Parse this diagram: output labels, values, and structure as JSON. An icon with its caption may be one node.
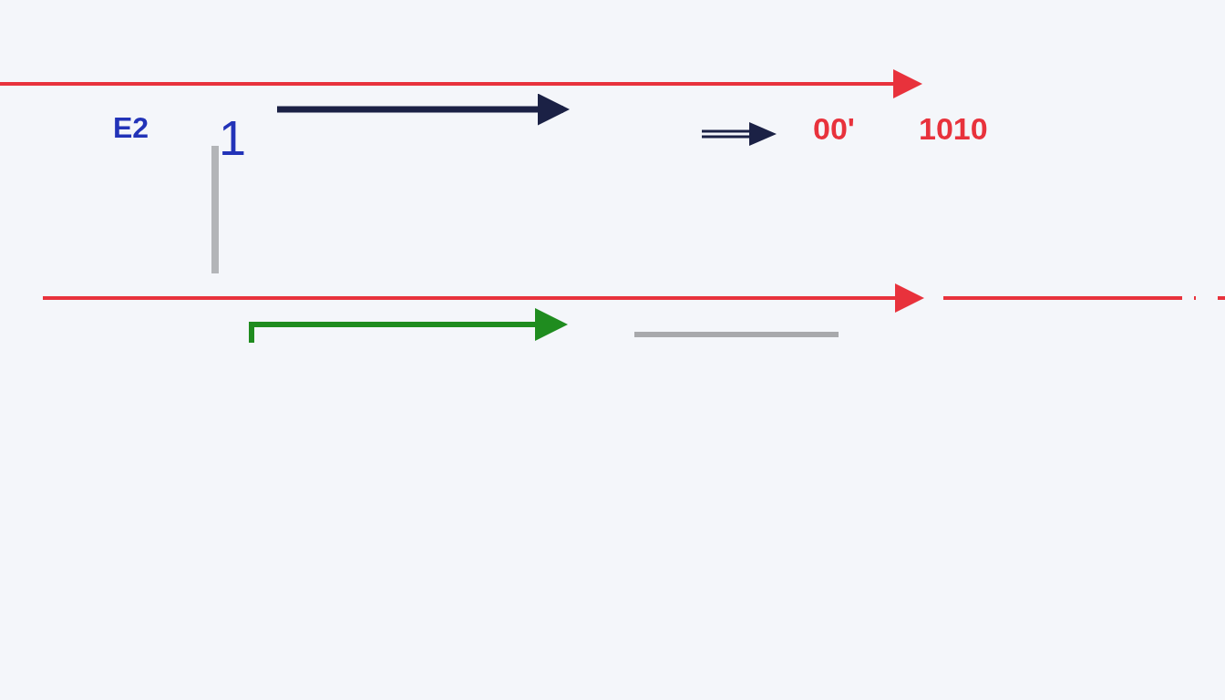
{
  "diagram": {
    "labels": [
      "E2",
      "1",
      "00'",
      "1010"
    ]
  }
}
